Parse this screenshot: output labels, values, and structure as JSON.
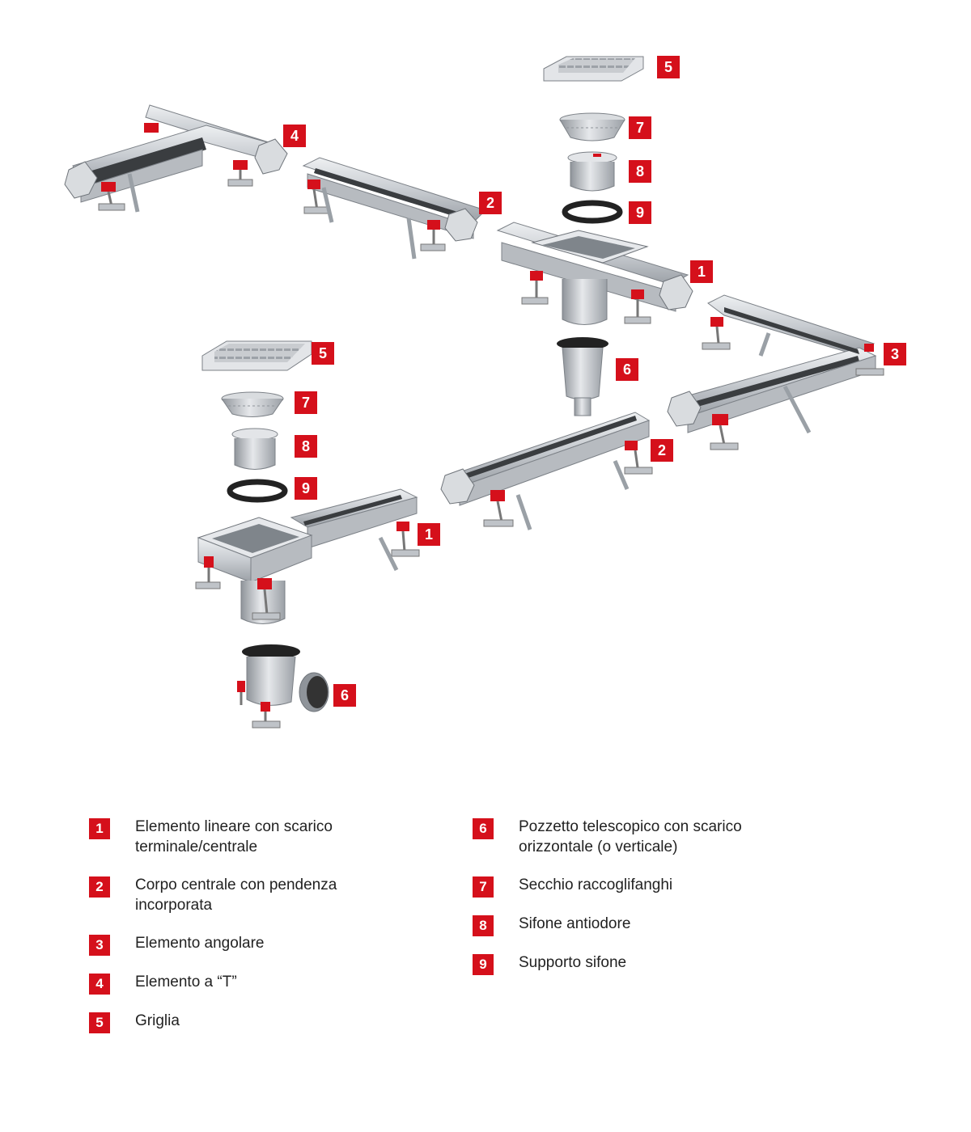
{
  "diagram": {
    "callouts": [
      "5",
      "7",
      "8",
      "9",
      "4",
      "2",
      "1",
      "3",
      "6",
      "5",
      "7",
      "8",
      "9",
      "2",
      "1",
      "6"
    ]
  },
  "legend": {
    "left": [
      {
        "num": "1",
        "text": "Elemento lineare con scarico\nterminale/centrale"
      },
      {
        "num": "2",
        "text": "Corpo centrale con pendenza\nincorporata"
      },
      {
        "num": "3",
        "text": "Elemento angolare"
      },
      {
        "num": "4",
        "text": "Elemento a “T”"
      },
      {
        "num": "5",
        "text": "Griglia"
      }
    ],
    "right": [
      {
        "num": "6",
        "text": "Pozzetto telescopico con scarico\norizzontale (o verticale)"
      },
      {
        "num": "7",
        "text": "Secchio raccoglifanghi"
      },
      {
        "num": "8",
        "text": "Sifone antiodore"
      },
      {
        "num": "9",
        "text": "Supporto sifone"
      }
    ]
  },
  "colors": {
    "accent": "#d5101b",
    "steel": "#c9ccd0",
    "steel_dark": "#8a8f95",
    "gasket": "#222222"
  }
}
